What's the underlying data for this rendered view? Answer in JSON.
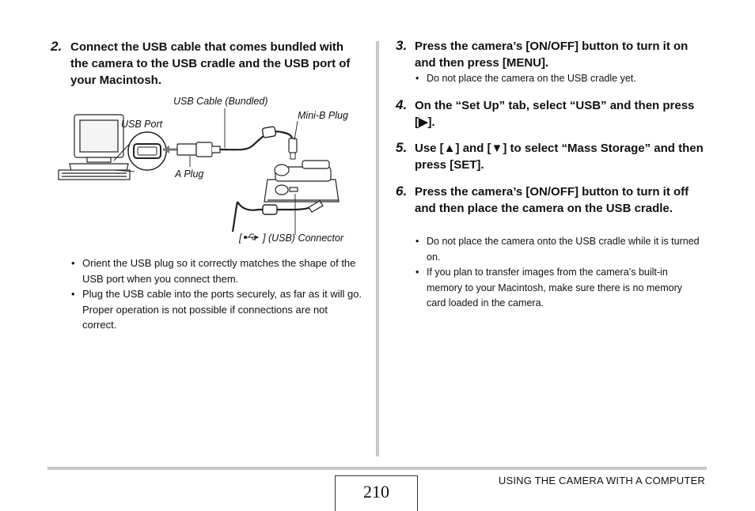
{
  "left": {
    "step2": {
      "number": "2.",
      "text": "Connect the USB cable that comes bundled with the camera to the USB cradle and the USB port of your Macintosh."
    },
    "figure": {
      "labels": {
        "usb_cable": "USB Cable (Bundled)",
        "mini_b_plug": "Mini-B Plug",
        "usb_port": "USB Port",
        "a_plug": "A Plug",
        "usb_connector_open": "[",
        "usb_connector_close": "] (USB) Connector"
      }
    },
    "bullets": [
      "Orient the USB plug so it correctly matches the shape of the USB port when you connect them.",
      "Plug the USB cable into the ports securely, as far as it will go. Proper operation is not possible if connections are not correct."
    ]
  },
  "right": {
    "step3": {
      "number": "3.",
      "text": "Press the camera’s [ON/OFF] button to turn it on and then press [MENU].",
      "bullets": [
        "Do not place the camera on the USB cradle yet."
      ]
    },
    "step4": {
      "number": "4.",
      "text": "On the “Set Up” tab, select “USB” and then press [▶]."
    },
    "step5": {
      "number": "5.",
      "text": "Use [▲] and [▼] to select “Mass Storage” and then press [SET]."
    },
    "step6": {
      "number": "6.",
      "text": "Press the camera’s [ON/OFF] button to turn it off and then place the camera on the USB cradle.",
      "bullets": [
        "Do not place the camera onto the USB cradle while it is turned on.",
        "If you plan to transfer images from the camera’s built-in memory to your Macintosh, make sure there is no memory card loaded in the camera."
      ]
    }
  },
  "footer": {
    "page_number": "210",
    "section": "USING THE CAMERA WITH A COMPUTER"
  }
}
